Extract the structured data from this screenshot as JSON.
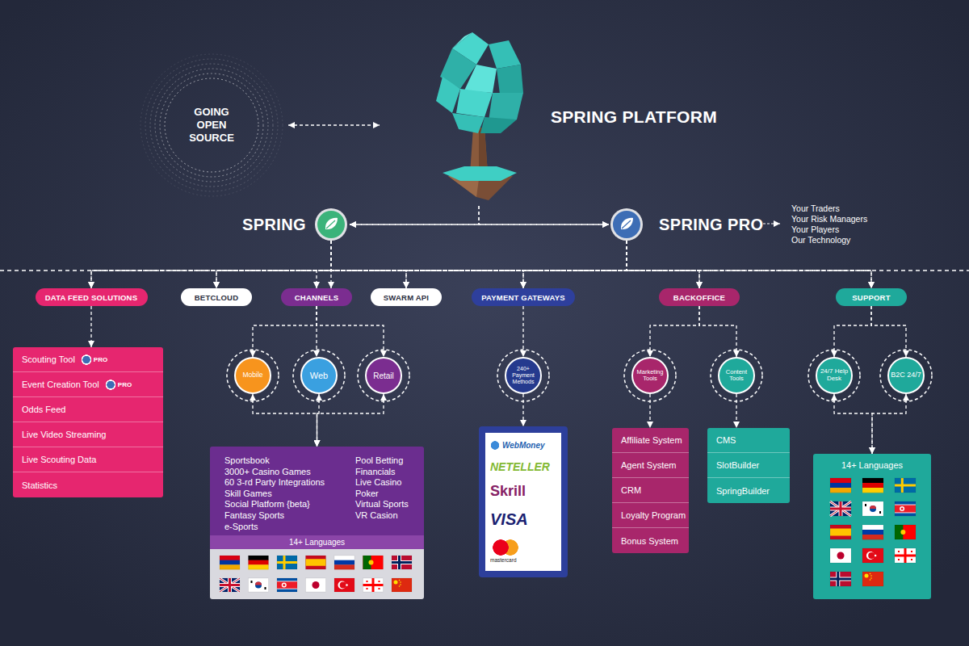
{
  "diagram": {
    "nodes": [
      {
        "text": [
          "GOING OPEN SOURCE"
        ]
      },
      {
        "text": [
          "SPRING PLATFORM"
        ]
      },
      {
        "text": [
          "SPRING"
        ]
      },
      {
        "text": [
          "SPRING PRO"
        ]
      },
      {
        "text": [
          "DATA FEED SOLUTIONS"
        ]
      },
      {
        "text": [
          "BETCLOUD"
        ]
      },
      {
        "text": [
          "CHANNELS"
        ]
      },
      {
        "text": [
          "SWARM API"
        ]
      },
      {
        "text": [
          "PAYMENT GATEWAYS"
        ]
      },
      {
        "text": [
          "BACKOFFICE"
        ]
      },
      {
        "text": [
          "SUPPORT"
        ]
      },
      {
        "text": [
          "Scouting Tool",
          "PRO"
        ]
      },
      {
        "text": [
          "Event Creation Tool",
          "PRO"
        ]
      },
      {
        "text": [
          "Odds Feed"
        ]
      },
      {
        "text": [
          "Live Video Streaming"
        ]
      },
      {
        "text": [
          "Live Scouting Data"
        ]
      },
      {
        "text": [
          "Statistics"
        ]
      },
      {
        "text": [
          "Mobile"
        ]
      },
      {
        "text": [
          "Web"
        ]
      },
      {
        "text": [
          "Retail"
        ]
      },
      {
        "text": [
          "Sportsbook",
          "3000+ Casino Games",
          "60 3-rd Party Integrations",
          "Skill Games",
          "Social Platform {beta}",
          "Fantasy Sports",
          "e-Sports",
          "Pool Betting",
          "Financials",
          "Live Casino",
          "Poker",
          "Virtual Sports",
          "VR Casion"
        ]
      },
      {
        "text": [
          "14+ Languages"
        ],
        "in": 20
      },
      {
        "text": [
          "240+ Payment Methods"
        ]
      },
      {
        "text": [
          "WebMoney",
          "NETELLER",
          "Skrill",
          "VISA",
          "mastercard"
        ]
      },
      {
        "text": [
          "Marketing Tools"
        ]
      },
      {
        "text": [
          "Content Tools"
        ]
      },
      {
        "text": [
          "Affiliate System"
        ]
      },
      {
        "text": [
          "Agent System"
        ]
      },
      {
        "text": [
          "CRM"
        ]
      },
      {
        "text": [
          "Loyalty Program"
        ]
      },
      {
        "text": [
          "Bonus System"
        ]
      },
      {
        "text": [
          "CMS"
        ]
      },
      {
        "text": [
          "SlotBuilder"
        ]
      },
      {
        "text": [
          "SpringBuilder"
        ]
      },
      {
        "text": [
          "24/7 Help Desk"
        ]
      },
      {
        "text": [
          "B2C 24/7"
        ]
      },
      {
        "text": [
          "14+ Languages"
        ]
      }
    ],
    "edges": [
      {
        "from": 0,
        "to": 1,
        "arrow": "both"
      },
      {
        "from": 2,
        "to": 3,
        "arrow": "both"
      },
      {
        "from": 1,
        "to": 2,
        "arrow": "to"
      },
      {
        "from": 1,
        "to": 3,
        "arrow": "to"
      },
      {
        "from": 2,
        "to": 4,
        "arrow": "to"
      },
      {
        "from": 2,
        "to": 5,
        "arrow": "to"
      },
      {
        "from": 2,
        "to": 6,
        "arrow": "to"
      },
      {
        "from": 2,
        "to": 7,
        "arrow": "to"
      },
      {
        "from": 2,
        "to": 8,
        "arrow": "to"
      },
      {
        "from": 2,
        "to": 9,
        "arrow": "to"
      },
      {
        "from": 2,
        "to": 10,
        "arrow": "to"
      },
      {
        "from": 3,
        "to": 4,
        "arrow": "to"
      },
      {
        "from": 3,
        "to": 5,
        "arrow": "to"
      },
      {
        "from": 3,
        "to": 6,
        "arrow": "to"
      },
      {
        "from": 3,
        "to": 7,
        "arrow": "to"
      },
      {
        "from": 3,
        "to": 8,
        "arrow": "to"
      },
      {
        "from": 3,
        "to": 9,
        "arrow": "to"
      },
      {
        "from": 3,
        "to": 10,
        "arrow": "to"
      },
      {
        "from": 4,
        "to": 11,
        "arrow": "to"
      },
      {
        "from": 6,
        "to": 17,
        "arrow": "to"
      },
      {
        "from": 6,
        "to": 18,
        "arrow": "to"
      },
      {
        "from": 6,
        "to": 19,
        "arrow": "to"
      },
      {
        "from": 17,
        "to": 20,
        "arrow": "both"
      },
      {
        "from": 18,
        "to": 20,
        "arrow": "both"
      },
      {
        "from": 19,
        "to": 20,
        "arrow": "both"
      },
      {
        "from": 8,
        "to": 22,
        "arrow": "to"
      },
      {
        "from": 22,
        "to": 23,
        "arrow": "to"
      },
      {
        "from": 9,
        "to": 24,
        "arrow": "to"
      },
      {
        "from": 9,
        "to": 25,
        "arrow": "to"
      },
      {
        "from": 24,
        "to": 26,
        "arrow": "to"
      },
      {
        "from": 25,
        "to": 31,
        "arrow": "to"
      },
      {
        "from": 10,
        "to": 34,
        "arrow": "to"
      },
      {
        "from": 10,
        "to": 35,
        "arrow": "to"
      },
      {
        "from": 34,
        "to": 36,
        "arrow": "both"
      },
      {
        "from": 35,
        "to": 36,
        "arrow": "both"
      }
    ],
    "labels": [
      "Your Traders",
      "Your Risk Managers",
      "Your Players",
      "Our Technology"
    ]
  }
}
